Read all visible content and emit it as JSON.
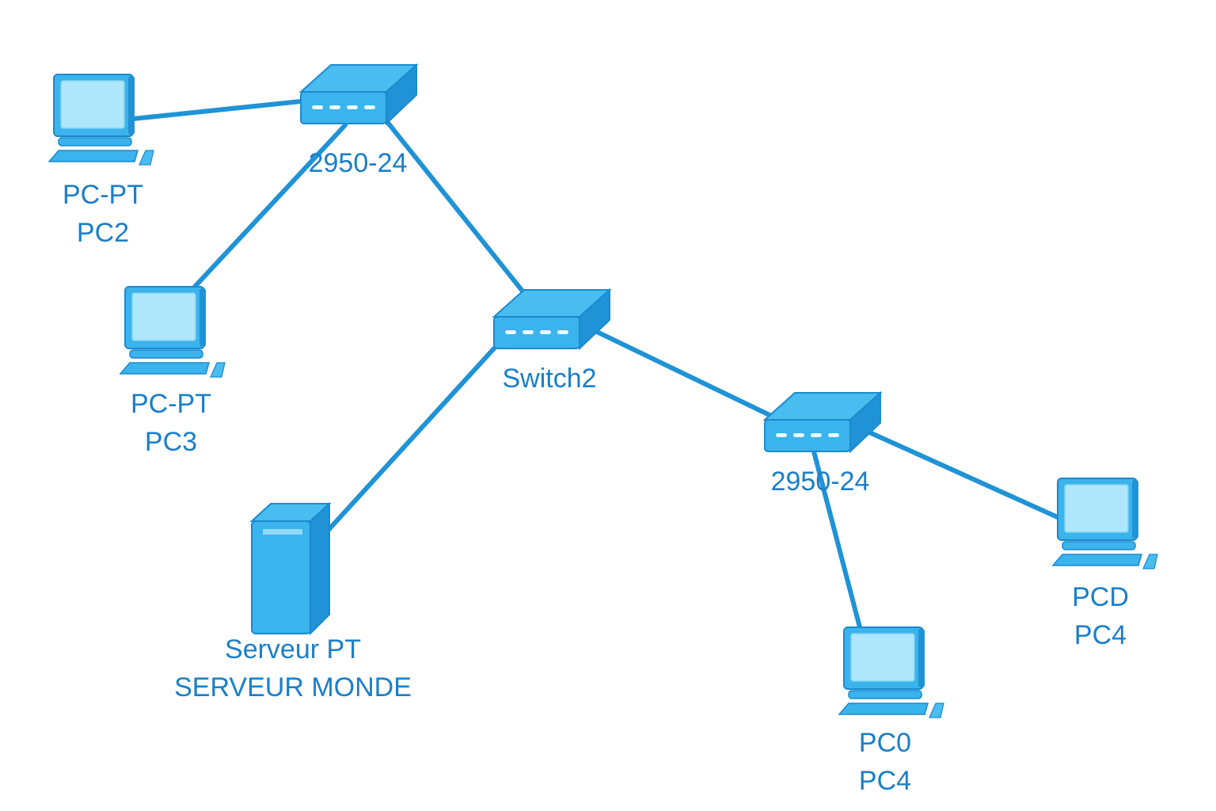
{
  "diagram": {
    "colors": {
      "link": "#1f93d6",
      "device_front": "#3bb3ec",
      "device_top": "#49bdf0",
      "device_side": "#1f93d6",
      "device_outline": "#1b8ad0",
      "screen": "#aee6fb",
      "label": "#1a7fc8"
    },
    "nodes": [
      {
        "id": "pc2",
        "type": "pc",
        "icon": "desktop-computer-icon",
        "lines": [
          "PC-PT",
          "PC2"
        ]
      },
      {
        "id": "sw1",
        "type": "switch",
        "icon": "switch-icon",
        "lines": [
          "2950-24"
        ]
      },
      {
        "id": "pc3",
        "type": "pc",
        "icon": "desktop-computer-icon",
        "lines": [
          "PC-PT",
          "PC3"
        ]
      },
      {
        "id": "sw2",
        "type": "switch",
        "icon": "switch-icon",
        "lines": [
          "Switch2"
        ]
      },
      {
        "id": "server",
        "type": "server",
        "icon": "server-tower-icon",
        "lines": [
          "Serveur PT",
          "SERVEUR MONDE"
        ]
      },
      {
        "id": "sw3",
        "type": "switch",
        "icon": "switch-icon",
        "lines": [
          "2950-24"
        ]
      },
      {
        "id": "pcd",
        "type": "pc",
        "icon": "desktop-computer-icon",
        "lines": [
          "PCD",
          "PC4"
        ]
      },
      {
        "id": "pc0",
        "type": "pc",
        "icon": "desktop-computer-icon",
        "lines": [
          "PC0",
          "PC4"
        ]
      }
    ],
    "links": [
      {
        "from": "pc2",
        "to": "sw1"
      },
      {
        "from": "pc3",
        "to": "sw1"
      },
      {
        "from": "sw1",
        "to": "sw2"
      },
      {
        "from": "server",
        "to": "sw2"
      },
      {
        "from": "sw2",
        "to": "sw3"
      },
      {
        "from": "sw3",
        "to": "pcd"
      },
      {
        "from": "sw3",
        "to": "pc0"
      }
    ]
  }
}
